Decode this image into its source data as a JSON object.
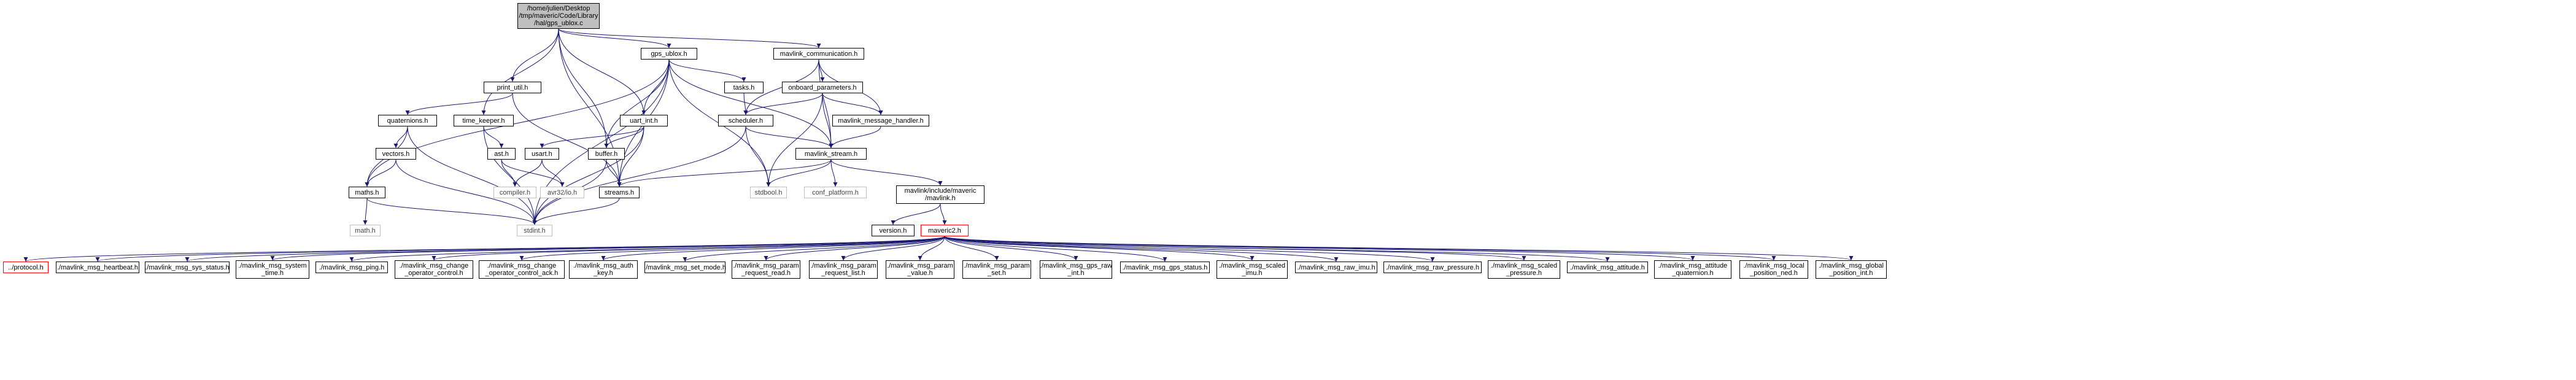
{
  "nodes": {
    "root": "/home/julien/Desktop\n/tmp/maveric/Code/Library\n/hal/gps_ublox.c",
    "gps_ublox": "gps_ublox.h",
    "mavlink_communication": "mavlink_communication.h",
    "print_util": "print_util.h",
    "tasks": "tasks.h",
    "onboard_parameters": "onboard_parameters.h",
    "quaternions": "quaternions.h",
    "time_keeper": "time_keeper.h",
    "uart_int": "uart_int.h",
    "scheduler": "scheduler.h",
    "mavlink_message_handler": "mavlink_message_handler.h",
    "vectors": "vectors.h",
    "ast": "ast.h",
    "usart": "usart.h",
    "buffer": "buffer.h",
    "mavlink_stream": "mavlink_stream.h",
    "maths": "maths.h",
    "compiler": "compiler.h",
    "avr32io": "avr32/io.h",
    "streams": "streams.h",
    "stdbool": "stdbool.h",
    "conf_platform": "conf_platform.h",
    "mavlink_include": "mavlink/include/maveric\n/mavlink.h",
    "math": "math.h",
    "stdint": "stdint.h",
    "version": "version.h",
    "maveric": "maveric2.h",
    "protocol": "../protocol.h",
    "heartbeat": "./mavlink_msg_heartbeat.h",
    "sys_status": "./mavlink_msg_sys_status.h",
    "system_time": "./mavlink_msg_system\n_time.h",
    "ping": "./mavlink_msg_ping.h",
    "change_operator_control": "./mavlink_msg_change\n_operator_control.h",
    "change_operator_control_ack": "./mavlink_msg_change\n_operator_control_ack.h",
    "auth_key": "./mavlink_msg_auth\n_key.h",
    "set_mode": "./mavlink_msg_set_mode.h",
    "param_request_read": "./mavlink_msg_param\n_request_read.h",
    "param_request_list": "./mavlink_msg_param\n_request_list.h",
    "param_value": "./mavlink_msg_param\n_value.h",
    "param_set": "./mavlink_msg_param\n_set.h",
    "gps_raw_int": "./mavlink_msg_gps_raw\n_int.h",
    "gps_status": "./mavlink_msg_gps_status.h",
    "scaled_imu": "./mavlink_msg_scaled\n_imu.h",
    "raw_imu": "./mavlink_msg_raw_imu.h",
    "raw_pressure": "./mavlink_msg_raw_pressure.h",
    "scaled_pressure": "./mavlink_msg_scaled\n_pressure.h",
    "attitude": "./mavlink_msg_attitude.h",
    "attitude_quaternion": "./mavlink_msg_attitude\n_quaternion.h",
    "local_position_ned": "./mavlink_msg_local\n_position_ned.h",
    "global_position_int": "./mavlink_msg_global\n_position_int.h"
  },
  "colors": {
    "edge": "#191970",
    "root_fill": "#bfbfbf",
    "external_border": "#bfbfbf",
    "truncated_border": "#ff0000"
  }
}
